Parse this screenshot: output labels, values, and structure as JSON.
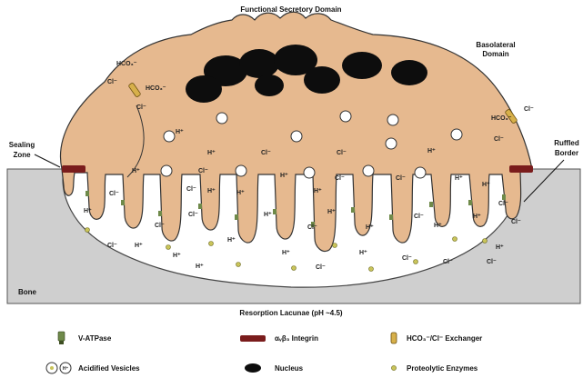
{
  "title": "Functional Secretory Domain",
  "labels": {
    "basolateral_line1": "Basolateral",
    "basolateral_line2": "Domain",
    "sealing_line1": "Sealing",
    "sealing_line2": "Zone",
    "ruffled_line1": "Ruffled",
    "ruffled_line2": "Border",
    "bone": "Bone",
    "lacunae": "Resorption Lacunae (pH ~4.5)"
  },
  "ions": {
    "hco3": "HCO₃⁻",
    "cl": "Cl⁻",
    "h": "H⁺"
  },
  "legend": {
    "vatpase": "V-ATPase",
    "integrin": "αᵥβ₃ Integrin",
    "exchanger": "HCO₃⁻/Cl⁻ Exchanger",
    "vesicles": "Acidified Vesicles",
    "nucleus": "Nucleus",
    "enzymes": "Proteolytic Enzymes"
  },
  "colors": {
    "cell": "#e6b98f",
    "cell_stroke": "#333333",
    "bone": "#cfcfcf",
    "lacuna": "#ffffff",
    "nucleus": "#0d0d0d",
    "integrin": "#7a1c1c",
    "enzyme": "#c9c45a",
    "pump": "#6f8a4a"
  }
}
